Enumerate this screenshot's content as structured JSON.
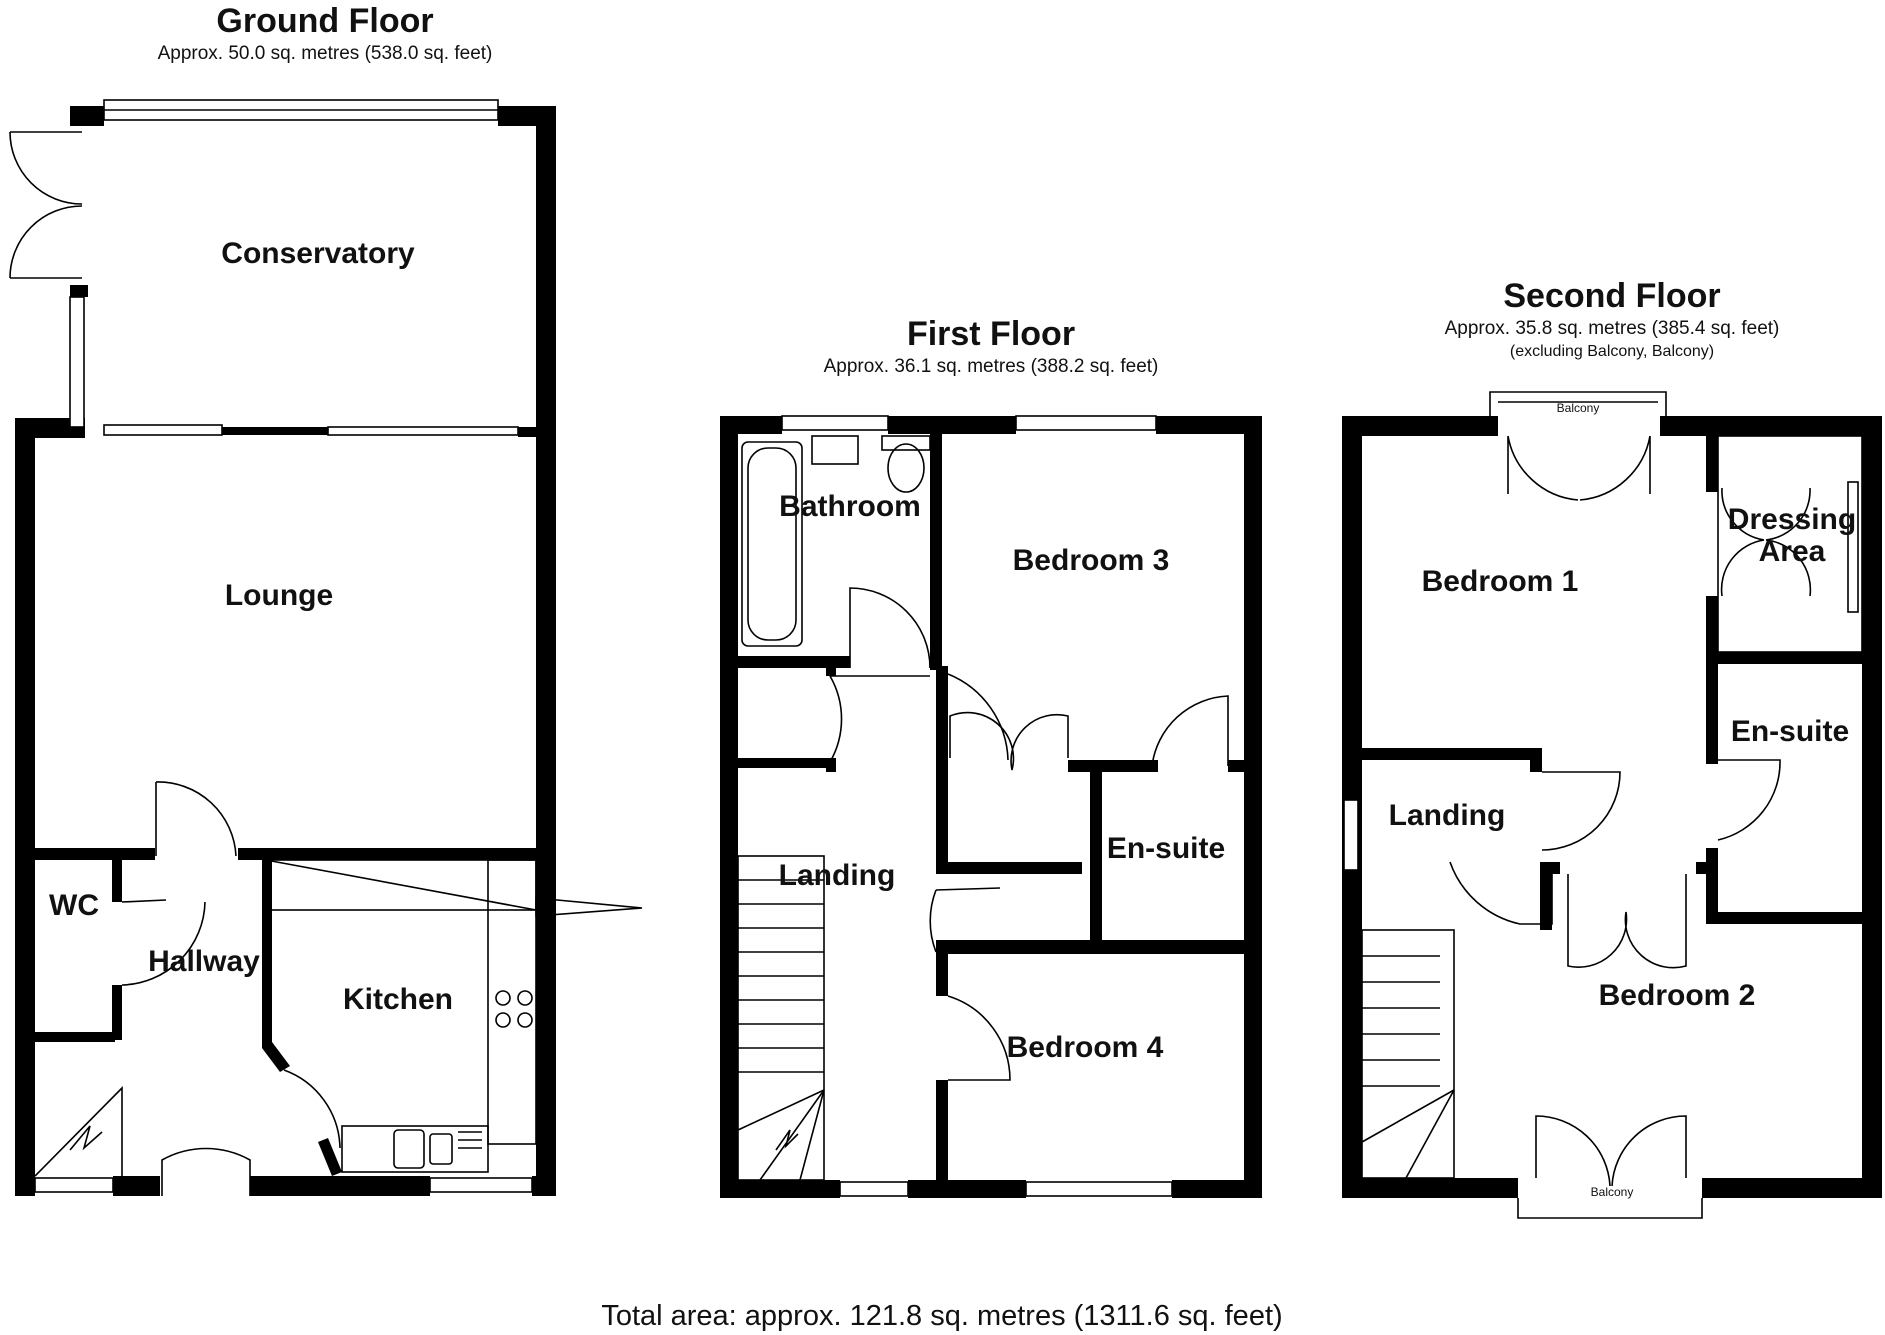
{
  "floors": {
    "ground": {
      "title": "Ground Floor",
      "area": "Approx. 50.0 sq. metres (538.0 sq. feet)",
      "rooms": {
        "conservatory": "Conservatory",
        "lounge": "Lounge",
        "wc": "WC",
        "hallway": "Hallway",
        "kitchen": "Kitchen"
      }
    },
    "first": {
      "title": "First Floor",
      "area": "Approx. 36.1 sq. metres (388.2 sq. feet)",
      "rooms": {
        "bathroom": "Bathroom",
        "bedroom3": "Bedroom 3",
        "landing": "Landing",
        "ensuite": "En-suite",
        "bedroom4": "Bedroom 4"
      }
    },
    "second": {
      "title": "Second Floor",
      "area": "Approx. 35.8 sq. metres (385.4 sq. feet)",
      "note": "(excluding Balcony, Balcony)",
      "rooms": {
        "bedroom1": "Bedroom 1",
        "dressing_line1": "Dressing",
        "dressing_line2": "Area",
        "ensuite": "En-suite",
        "landing": "Landing",
        "bedroom2": "Bedroom 2",
        "balcony_top": "Balcony",
        "balcony_bottom": "Balcony"
      }
    }
  },
  "total_area": "Total area: approx. 121.8 sq. metres (1311.6 sq. feet)"
}
